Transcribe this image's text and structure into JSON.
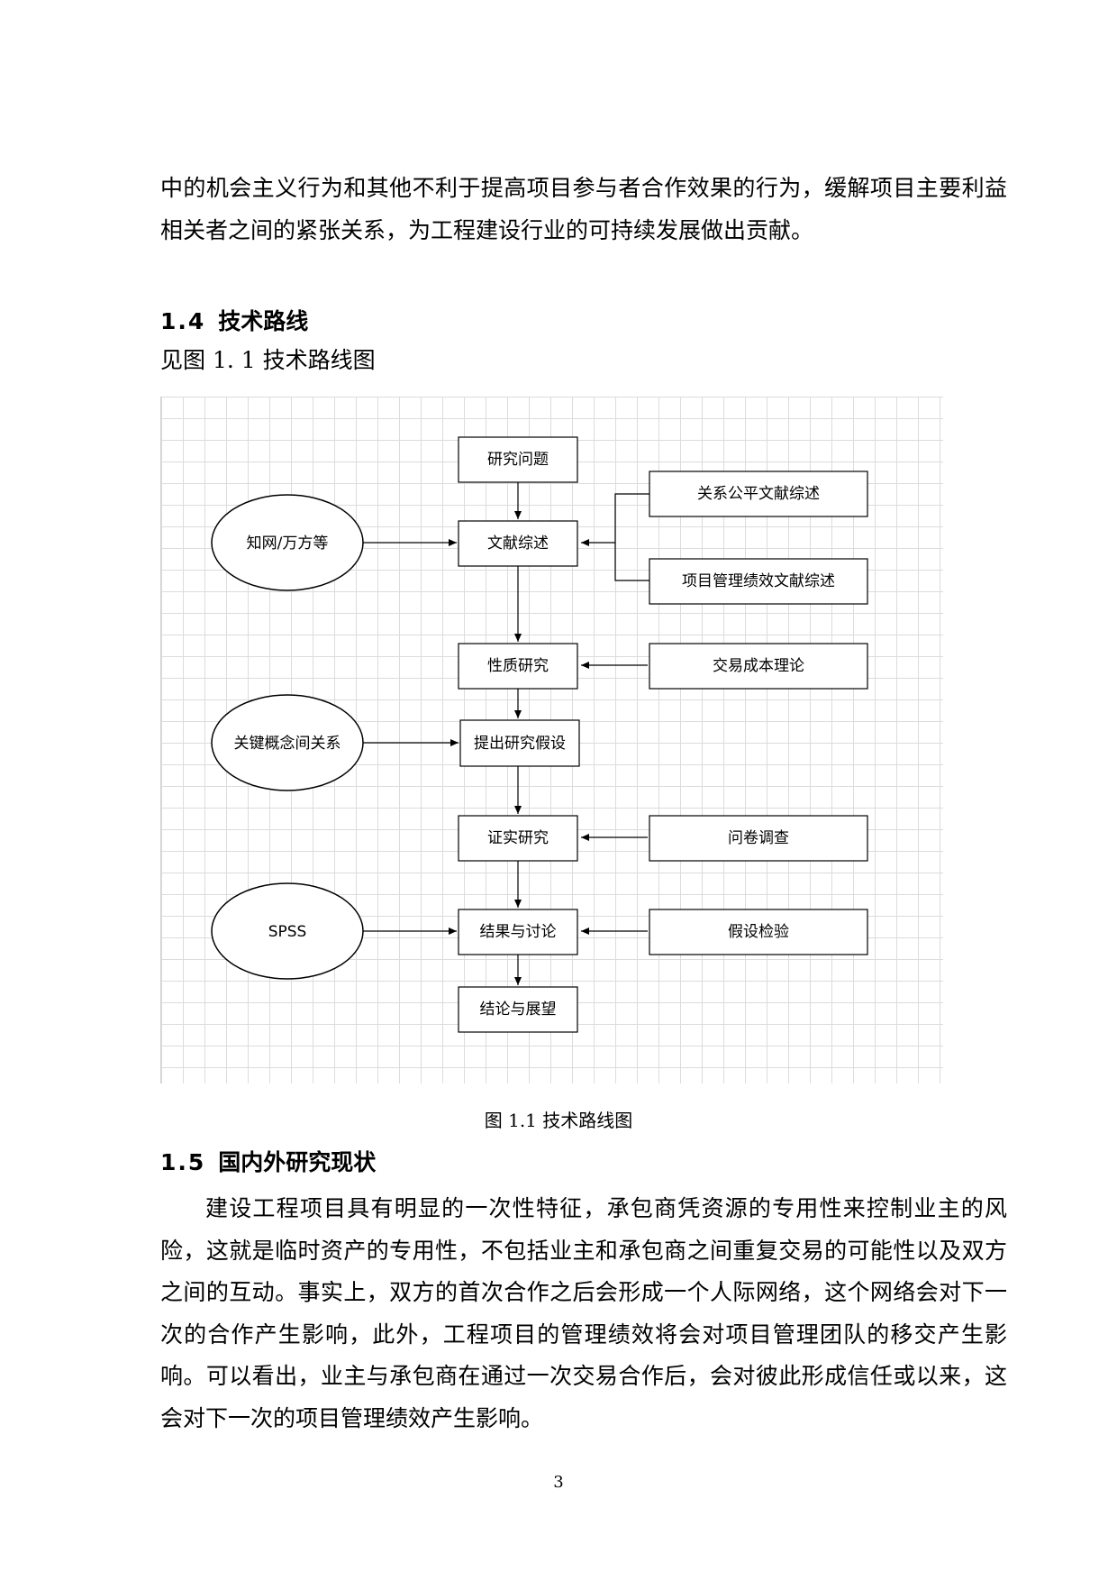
{
  "intro_paragraph": "中的机会主义行为和其他不利于提高项目参与者合作效果的行为，缓解项目主要利益相关者之间的紧张关系，为工程建设行业的可持续发展做出贡献。",
  "section_1_4": {
    "number": "1.4",
    "title": "技术路线"
  },
  "figure_reference": "见图 1. 1 技术路线图",
  "diagram": {
    "main_flow": {
      "research_question": "研究问题",
      "literature_review": "文献综述",
      "nature_study": "性质研究",
      "propose_hypothesis": "提出研究假设",
      "empirical_study": "证实研究",
      "results_discussion": "结果与讨论",
      "conclusion_outlook": "结论与展望"
    },
    "sources": {
      "database": "知网/万方等",
      "key_concepts": "关键概念间关系",
      "spss": "SPSS"
    },
    "support": {
      "fairness_review": "关系公平文献综述",
      "performance_review": "项目管理绩效文献综述",
      "transaction_cost_theory": "交易成本理论",
      "questionnaire": "问卷调查",
      "hypothesis_test": "假设检验"
    }
  },
  "figure_caption": "图 1.1 技术路线图",
  "section_1_5": {
    "number": "1.5",
    "title": "国内外研究现状"
  },
  "body_paragraph": "建设工程项目具有明显的一次性特征，承包商凭资源的专用性来控制业主的风险，这就是临时资产的专用性，不包括业主和承包商之间重复交易的可能性以及双方之间的互动。事实上，双方的首次合作之后会形成一个人际网络，这个网络会对下一次的合作产生影响，此外，工程项目的管理绩效将会对项目管理团队的移交产生影响。可以看出，业主与承包商在通过一次交易合作后，会对彼此形成信任或以来，这会对下一次的项目管理绩效产生影响。",
  "page_number": "3"
}
